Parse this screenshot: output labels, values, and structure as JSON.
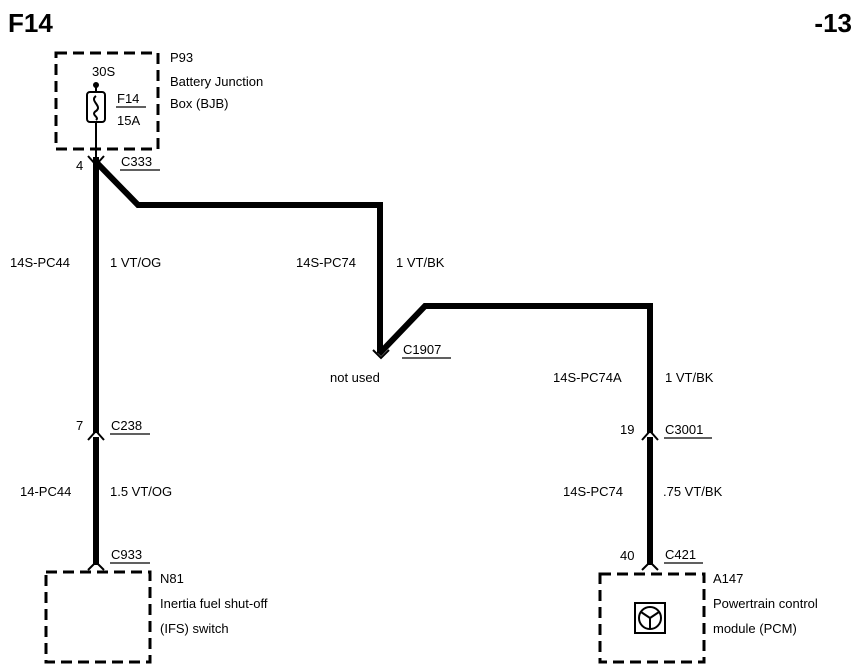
{
  "header": {
    "title": "F14",
    "page_number": "-13"
  },
  "bjb": {
    "id": "P93",
    "name_line1": "Battery Junction",
    "name_line2": "Box (BJB)",
    "terminal": "30S",
    "fuse_id": "F14",
    "fuse_rating": "15A",
    "pin": "4",
    "connector": "C333"
  },
  "wire_left_upper": {
    "circuit": "14S-PC44",
    "spec": "1 VT/OG"
  },
  "wire_middle": {
    "circuit": "14S-PC74",
    "spec": "1 VT/BK"
  },
  "c1907": {
    "connector": "C1907",
    "note": "not used"
  },
  "wire_right_upper": {
    "circuit": "14S-PC74A",
    "spec": "1 VT/BK"
  },
  "c238": {
    "pin": "7",
    "connector": "C238"
  },
  "c3001": {
    "pin": "19",
    "connector": "C3001"
  },
  "wire_left_lower": {
    "circuit": "14-PC44",
    "spec": "1.5 VT/OG"
  },
  "wire_right_lower": {
    "circuit": "14S-PC74",
    "spec": ".75 VT/BK"
  },
  "ifs": {
    "connector": "C933",
    "id": "N81",
    "name_line1": "Inertia fuel shut-off",
    "name_line2": "(IFS) switch"
  },
  "pcm": {
    "pin": "40",
    "connector": "C421",
    "id": "A147",
    "name_line1": "Powertrain control",
    "name_line2": "module (PCM)"
  }
}
